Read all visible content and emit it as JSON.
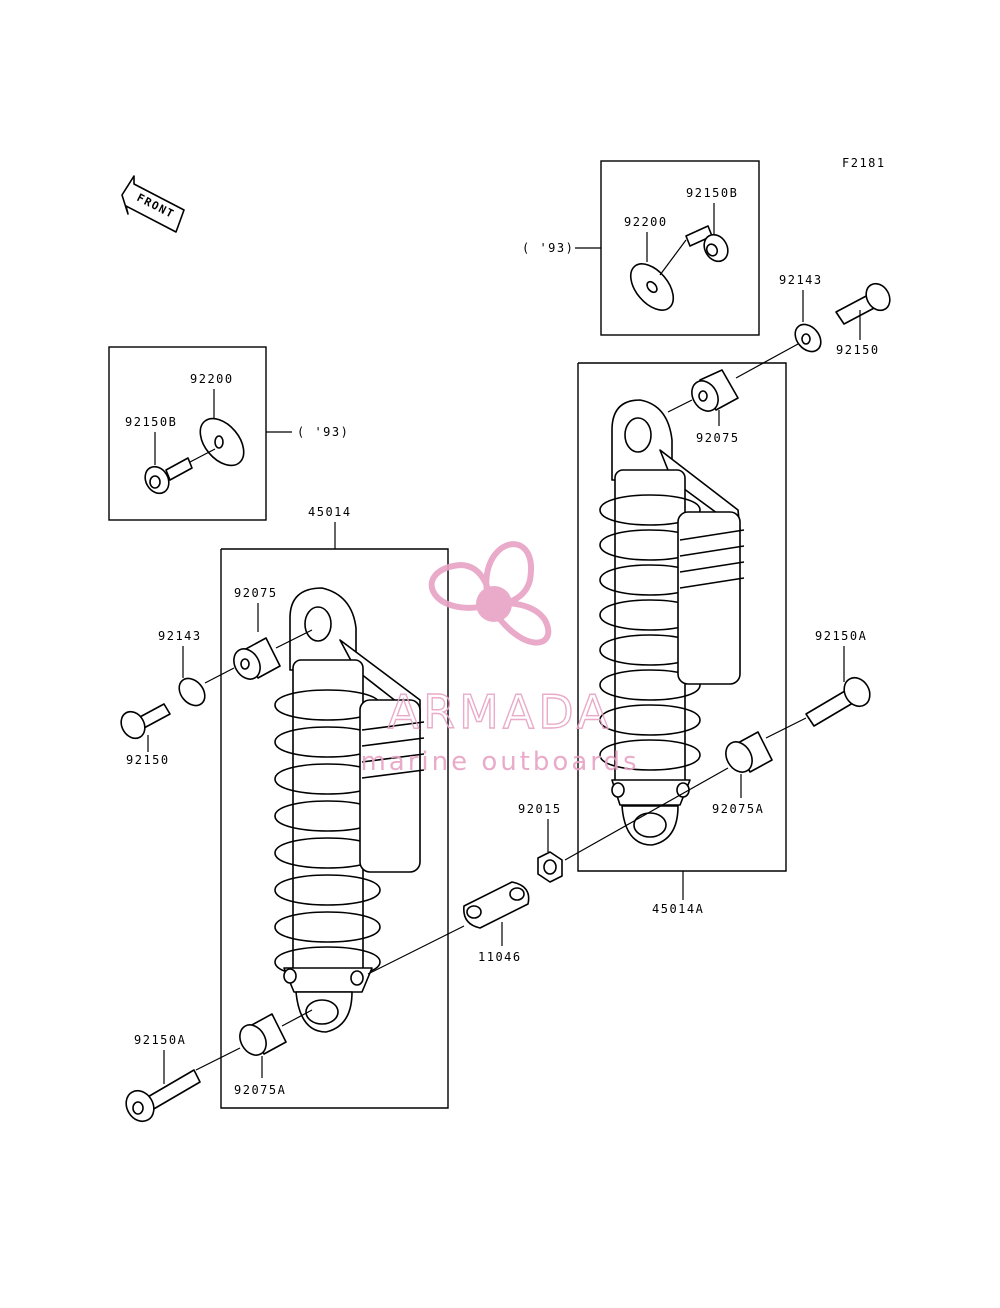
{
  "figure_code": "F2181",
  "front_label": "FRONT",
  "labels": {
    "p92150B_top": "92150B",
    "p92200_top": "92200",
    "p93_top": "( '93)",
    "p92143_right": "92143",
    "p92150_right": "92150",
    "p92075_right": "92075",
    "p92200_left": "92200",
    "p92150B_left": "92150B",
    "p93_left": "( '93)",
    "p45014": "45014",
    "p92075_left": "92075",
    "p92143_left": "92143",
    "p92150_left": "92150",
    "p92150A_right": "92150A",
    "p92015": "92015",
    "p92075A_right": "92075A",
    "p45014A": "45014A",
    "p11046": "11046",
    "p92150A_left": "92150A",
    "p92075A_left": "92075A"
  },
  "watermark": {
    "brand": "ARMADA",
    "tagline": "marine outboards",
    "color": "#e7a3c4"
  }
}
